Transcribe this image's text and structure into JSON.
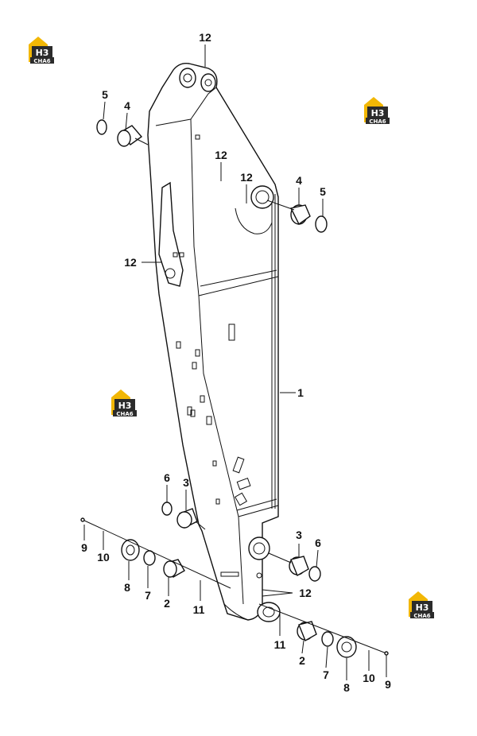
{
  "watermark": {
    "top_text": "H3",
    "bottom_text": "CHA6",
    "color": "#f2b705",
    "dark": "#2b2b2b"
  },
  "callouts": [
    "12",
    "5",
    "4",
    "12",
    "12",
    "4",
    "5",
    "12",
    "1",
    "6",
    "3",
    "9",
    "10",
    "8",
    "7",
    "2",
    "11",
    "3",
    "6",
    "12",
    "11",
    "2",
    "7",
    "8",
    "10",
    "9"
  ]
}
